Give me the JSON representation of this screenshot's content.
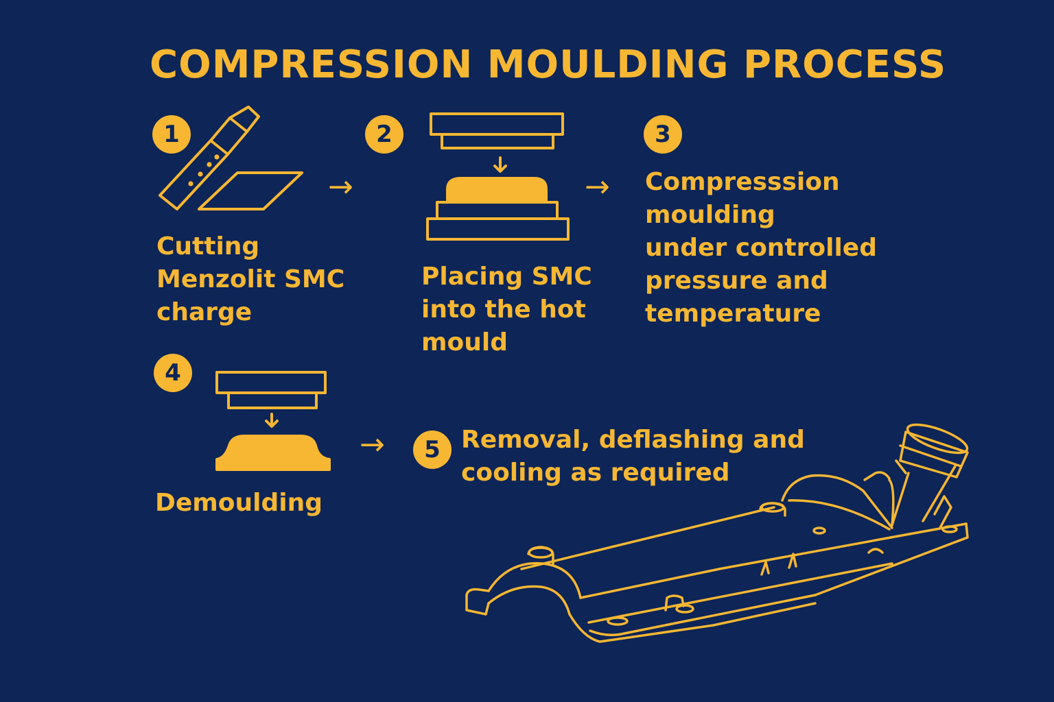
{
  "title": "COMPRESSION MOULDING PROCESS",
  "colors": {
    "background": "#0d2557",
    "accent": "#f7b733"
  },
  "steps": [
    {
      "number": "1",
      "lines": [
        "Cutting",
        "Menzolit SMC",
        "charge"
      ],
      "icon": "knife-cutting-sheet-icon"
    },
    {
      "number": "2",
      "lines": [
        "Placing SMC",
        "into the hot",
        "mould"
      ],
      "icon": "press-mould-icon"
    },
    {
      "number": "3",
      "lines": [
        "Compresssion",
        "moulding",
        "under controlled",
        "pressure and",
        "temperature"
      ]
    },
    {
      "number": "4",
      "lines": [
        "Demoulding"
      ],
      "icon": "demould-press-icon"
    },
    {
      "number": "5",
      "lines": [
        "Removal, deflashing and",
        "cooling as required"
      ],
      "icon": "moulded-part-icon"
    }
  ],
  "arrow_glyph": "→"
}
